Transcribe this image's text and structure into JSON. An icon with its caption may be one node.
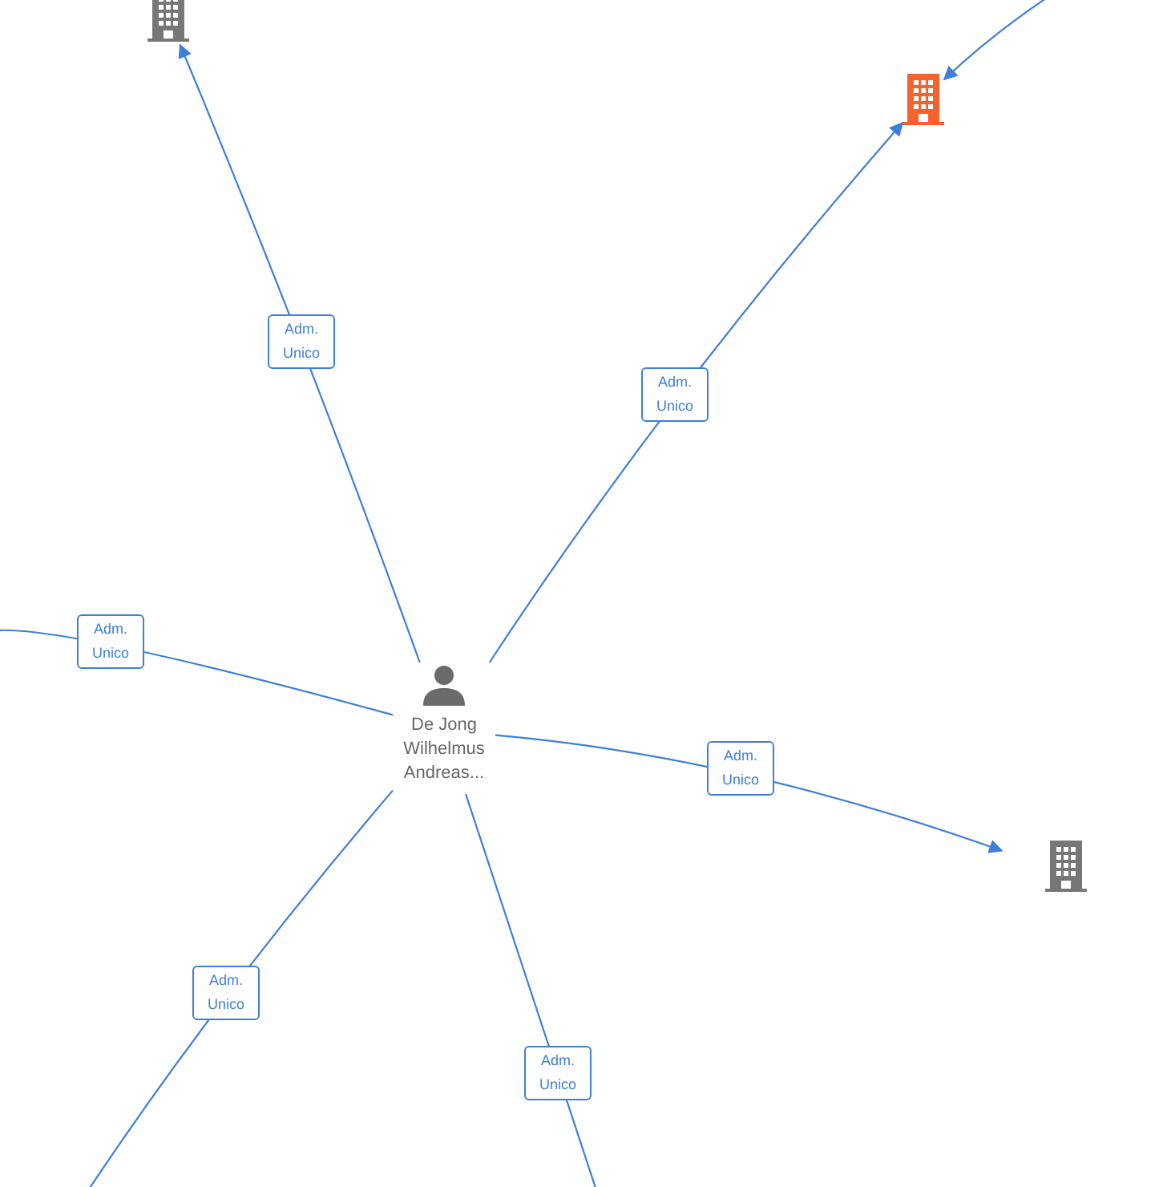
{
  "diagram": {
    "nodes": [
      {
        "text": [
          "De Jong Wilhelmus Andreas..."
        ]
      },
      {
        "text": [],
        "shape": "building"
      },
      {
        "text": [],
        "shape": "building"
      },
      {
        "text": [],
        "shape": "building"
      }
    ],
    "edges": [
      {
        "from": 0,
        "to": 1,
        "arrow": "to",
        "label": "Adm. Unico"
      },
      {
        "from": 0,
        "to": 2,
        "arrow": "to",
        "label": "Adm. Unico"
      },
      {
        "from": 0,
        "to": null,
        "arrow": "none",
        "label": "Adm. Unico"
      },
      {
        "from": 0,
        "to": 3,
        "arrow": "to",
        "label": "Adm. Unico"
      },
      {
        "from": 0,
        "to": null,
        "arrow": "none",
        "label": "Adm. Unico"
      },
      {
        "from": 0,
        "to": null,
        "arrow": "none",
        "label": "Adm. Unico"
      },
      {
        "from": null,
        "to": 2,
        "arrow": "to"
      }
    ]
  }
}
